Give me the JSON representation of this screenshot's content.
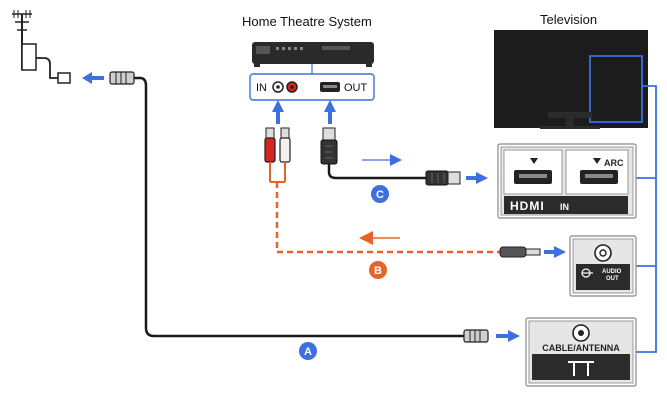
{
  "labels": {
    "home_theatre": "Home Theatre System",
    "television": "Television"
  },
  "ht_panel": {
    "in": "IN",
    "out": "OUT"
  },
  "connections": {
    "a": "A",
    "b": "B",
    "c": "C"
  },
  "tv_panels": {
    "hdmi_arc": "ARC",
    "hdmi_logo": "HDMI",
    "hdmi_in": "IN",
    "audio_out_line1": "AUDIO",
    "audio_out_line2": "OUT",
    "cable_antenna": "CABLE/ANTENNA"
  },
  "colors": {
    "arrow_blue": "#3d6fe0",
    "cable_orange": "#e8632a",
    "cable_black": "#1a1a1a",
    "badge_blue": "#3d6fe0",
    "badge_orange": "#e8632a",
    "panel_dark": "#2b2b2b"
  }
}
